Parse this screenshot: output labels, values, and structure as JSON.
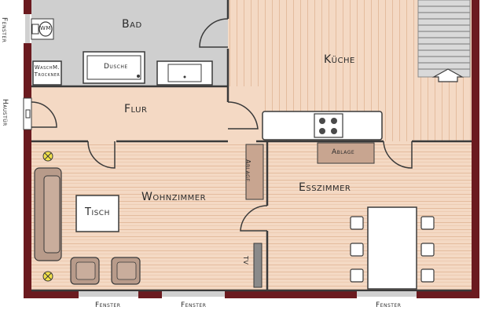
{
  "rooms": {
    "bad": "Bad",
    "kueche": "Küche",
    "flur": "Flur",
    "wohnzimmer": "Wohnzimmer",
    "esszimmer": "Esszimmer"
  },
  "fixtures": {
    "dusche": "Dusche",
    "waschm_line1": "WaschM.",
    "waschm_line2": "Trockner",
    "tisch": "Tisch",
    "ablage_kitchen": "Ablage",
    "ablage_wall": "Ablage",
    "tv": "TV",
    "wm_badge": "WM"
  },
  "openings": {
    "fenster_left": "Fenster",
    "haustuer": "Haustür",
    "fenster_bottom_1": "Fenster",
    "fenster_bottom_2": "Fenster",
    "fenster_bottom_3": "Fenster"
  },
  "colors": {
    "wall_outer": "#6b1a1f",
    "wall_inner": "#3a3a3a",
    "bath_floor": "#cfcfcf",
    "wood_floor": "#f4d9c4",
    "wood_line": "#e6bfa3",
    "furniture": "#b89b8a",
    "ablage": "#c8a590",
    "light_fixture": "#f2e14a"
  }
}
